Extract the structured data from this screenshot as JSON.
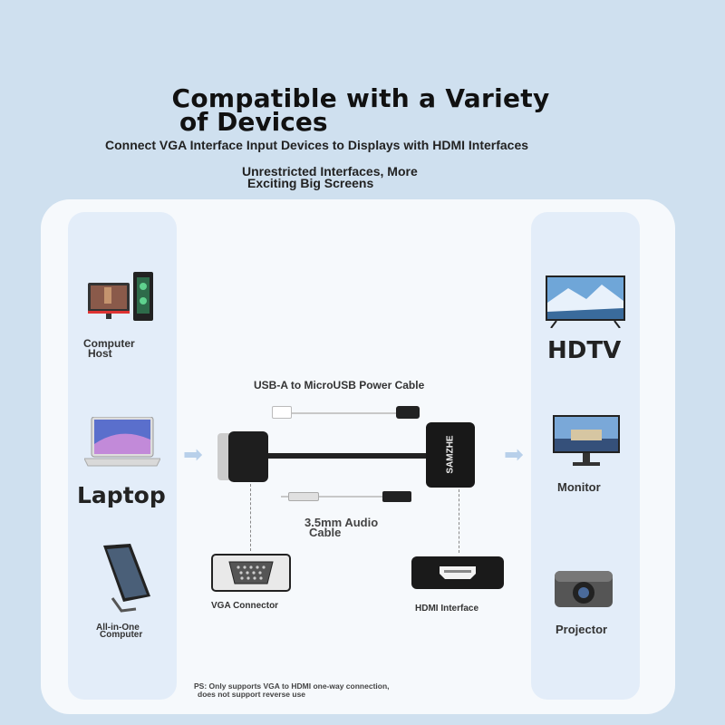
{
  "heading": {
    "line1": "Compatible with a Variety",
    "line2": "of Devices",
    "subtitle": "Connect VGA Interface Input Devices to Displays with HDMI Interfaces",
    "tagline1": "Unrestricted Interfaces, More",
    "tagline2": "Exciting Big Screens"
  },
  "inputs": [
    {
      "line1": "Computer",
      "line2": "Host",
      "icon": "desktop-computer-icon"
    },
    {
      "line1": "Laptop",
      "icon": "laptop-icon"
    },
    {
      "line1": "All-in-One",
      "line2": "Computer",
      "icon": "all-in-one-computer-icon"
    }
  ],
  "outputs": [
    {
      "label": "HDTV",
      "icon": "tv-icon"
    },
    {
      "label": "Monitor",
      "icon": "monitor-icon"
    },
    {
      "label": "Projector",
      "icon": "projector-icon"
    }
  ],
  "adapter": {
    "power_cable": "USB-A to MicroUSB Power Cable",
    "audio_cable_1": "3.5mm Audio",
    "audio_cable_2": "Cable",
    "brand": "SAMZHE",
    "vga_label": "VGA Connector",
    "hdmi_label": "HDMI Interface"
  },
  "footnote": {
    "line1": "PS: Only supports VGA to HDMI one-way connection,",
    "line2": "does not support reverse use"
  },
  "colors": {
    "background": "#cfe0ef",
    "card": "#f6f9fc",
    "column": "#e3edf9",
    "arrow": "#b8d0ea"
  }
}
